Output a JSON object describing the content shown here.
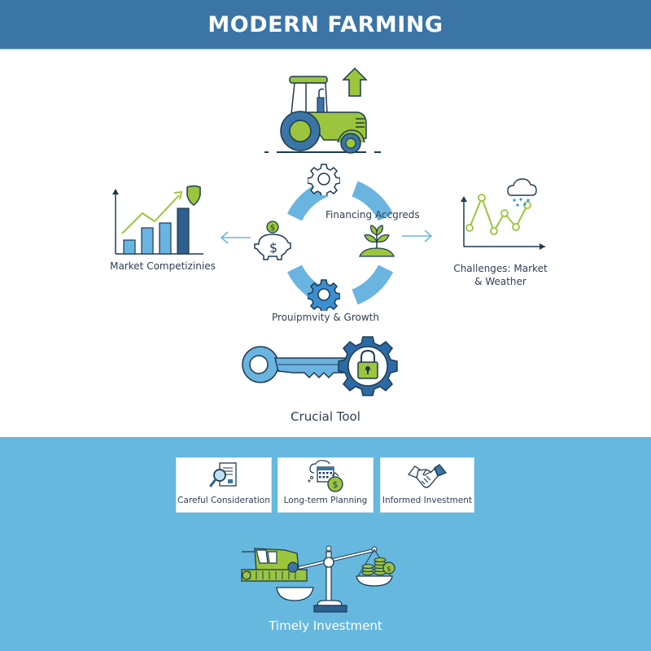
{
  "header": {
    "title": "MODERN FARMING",
    "bg_color": "#3a75a5"
  },
  "top_icon": {
    "name": "tractor-growth"
  },
  "cycle": {
    "labels": {
      "financing": "Financing Accgreds",
      "productivity": "Prouipmvity & Growth"
    },
    "ring_color": "#6ab4e0"
  },
  "left_panel": {
    "label": "Market Competizinies"
  },
  "right_panel": {
    "label_line1": "Challenges: Market",
    "label_line2": "& Weather"
  },
  "key_section": {
    "label": "Crucial Tool"
  },
  "bottom": {
    "bg_color": "#66b8df",
    "cards": [
      {
        "label": "Careful Consideration",
        "icon": "search-document-icon"
      },
      {
        "label": "Long-term Planning",
        "icon": "calendar-money-icon"
      },
      {
        "label": "Informed Investment",
        "icon": "handshake-icon"
      }
    ],
    "footer_label": "Timely Investment"
  },
  "colors": {
    "green": "#9bc53d",
    "dark_blue": "#2d5f8f",
    "mid_blue": "#3a75a5",
    "light_blue": "#6ab4e0",
    "outline": "#1e3a52"
  }
}
